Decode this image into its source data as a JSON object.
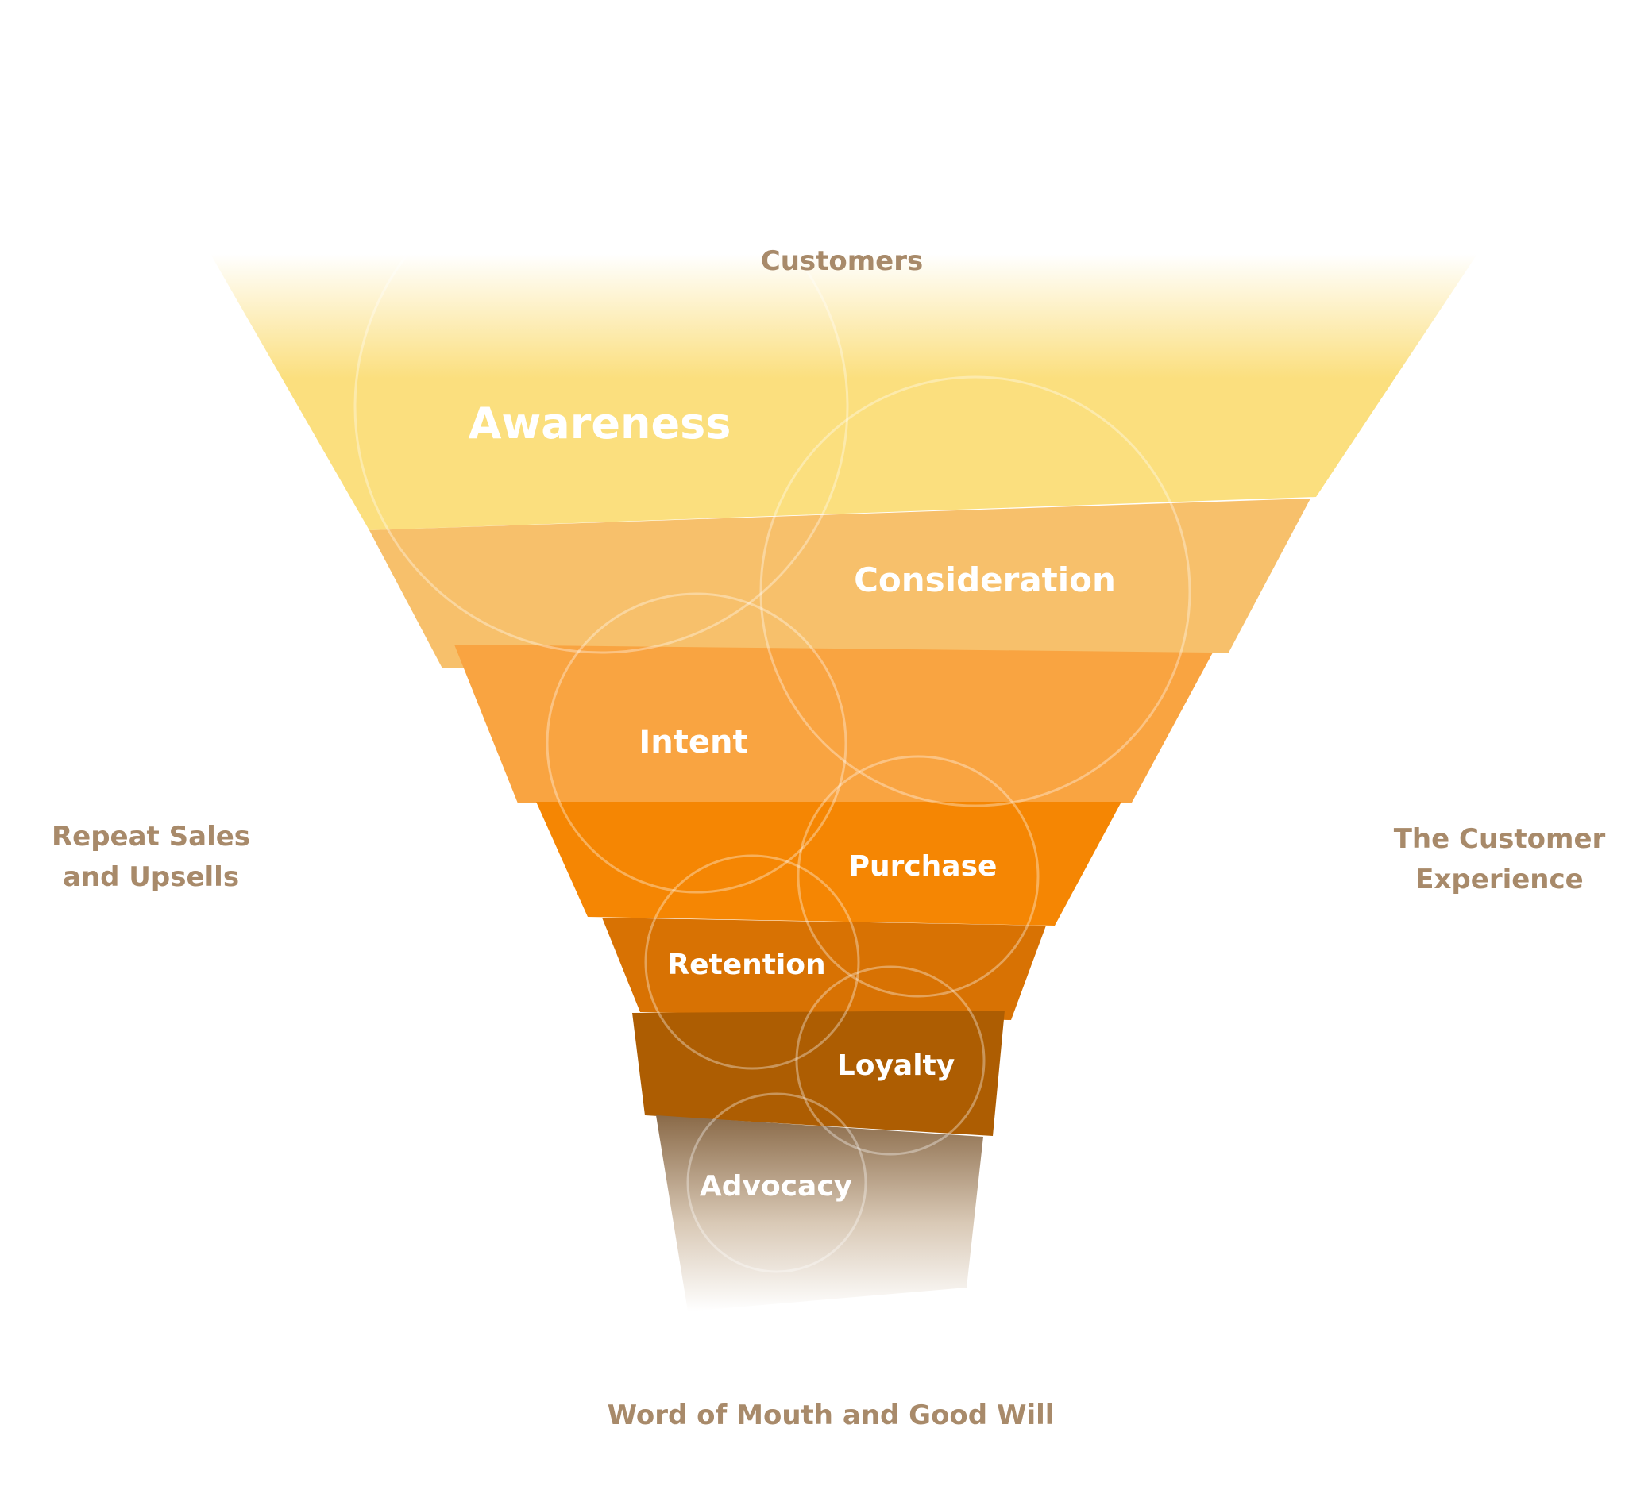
{
  "diagram": {
    "top_label": "Customers",
    "left_label_line1": "Repeat Sales",
    "left_label_line2": "and Upsells",
    "right_label_line1": "The Customer",
    "right_label_line2": "Experience",
    "bottom_label": "Word of Mouth and Good Will",
    "stages": [
      {
        "label": "Awareness",
        "color": "#fbdf7e"
      },
      {
        "label": "Consideration",
        "color": "#f7c06b"
      },
      {
        "label": "Intent",
        "color": "#f9a441"
      },
      {
        "label": "Purchase",
        "color": "#f58603"
      },
      {
        "label": "Retention",
        "color": "#d87203"
      },
      {
        "label": "Loyalty",
        "color": "#ad5d02"
      },
      {
        "label": "Advocacy",
        "color": "#8a6a48"
      }
    ],
    "side_label_color": "#a88a6a"
  }
}
